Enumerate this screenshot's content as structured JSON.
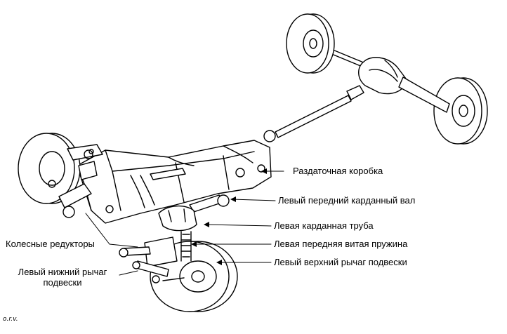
{
  "labels": {
    "transfer_case": "Раздаточная коробка",
    "left_front_driveshaft": "Левый передний карданный вал",
    "left_cardan_tube": "Левая карданная труба",
    "wheel_reducers": "Колесные редукторы",
    "left_front_coil_spring": "Левая передняя витая пружина",
    "left_lower_arm_line1": "Левый нижний рычаг",
    "left_lower_arm_line2": "подвески",
    "left_upper_arm": "Левый верхний рычаг подвески"
  },
  "credit": "o.r.v."
}
